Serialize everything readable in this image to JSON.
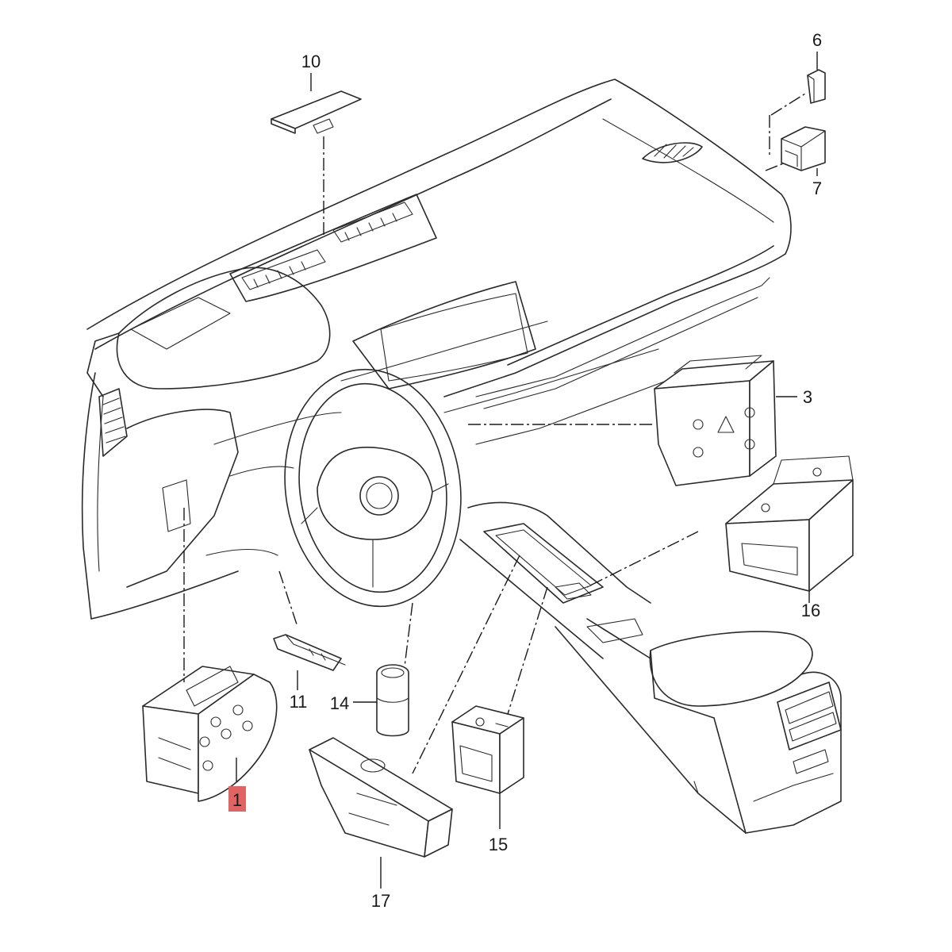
{
  "diagram": {
    "highlight_color": "#e06464",
    "callouts": [
      {
        "id": "label-1",
        "text": "1",
        "highlighted": true
      },
      {
        "id": "label-3",
        "text": "3"
      },
      {
        "id": "label-6",
        "text": "6"
      },
      {
        "id": "label-7",
        "text": "7"
      },
      {
        "id": "label-10",
        "text": "10"
      },
      {
        "id": "label-11",
        "text": "11"
      },
      {
        "id": "label-14",
        "text": "14"
      },
      {
        "id": "label-15",
        "text": "15"
      },
      {
        "id": "label-16",
        "text": "16"
      },
      {
        "id": "label-17",
        "text": "17"
      }
    ]
  }
}
